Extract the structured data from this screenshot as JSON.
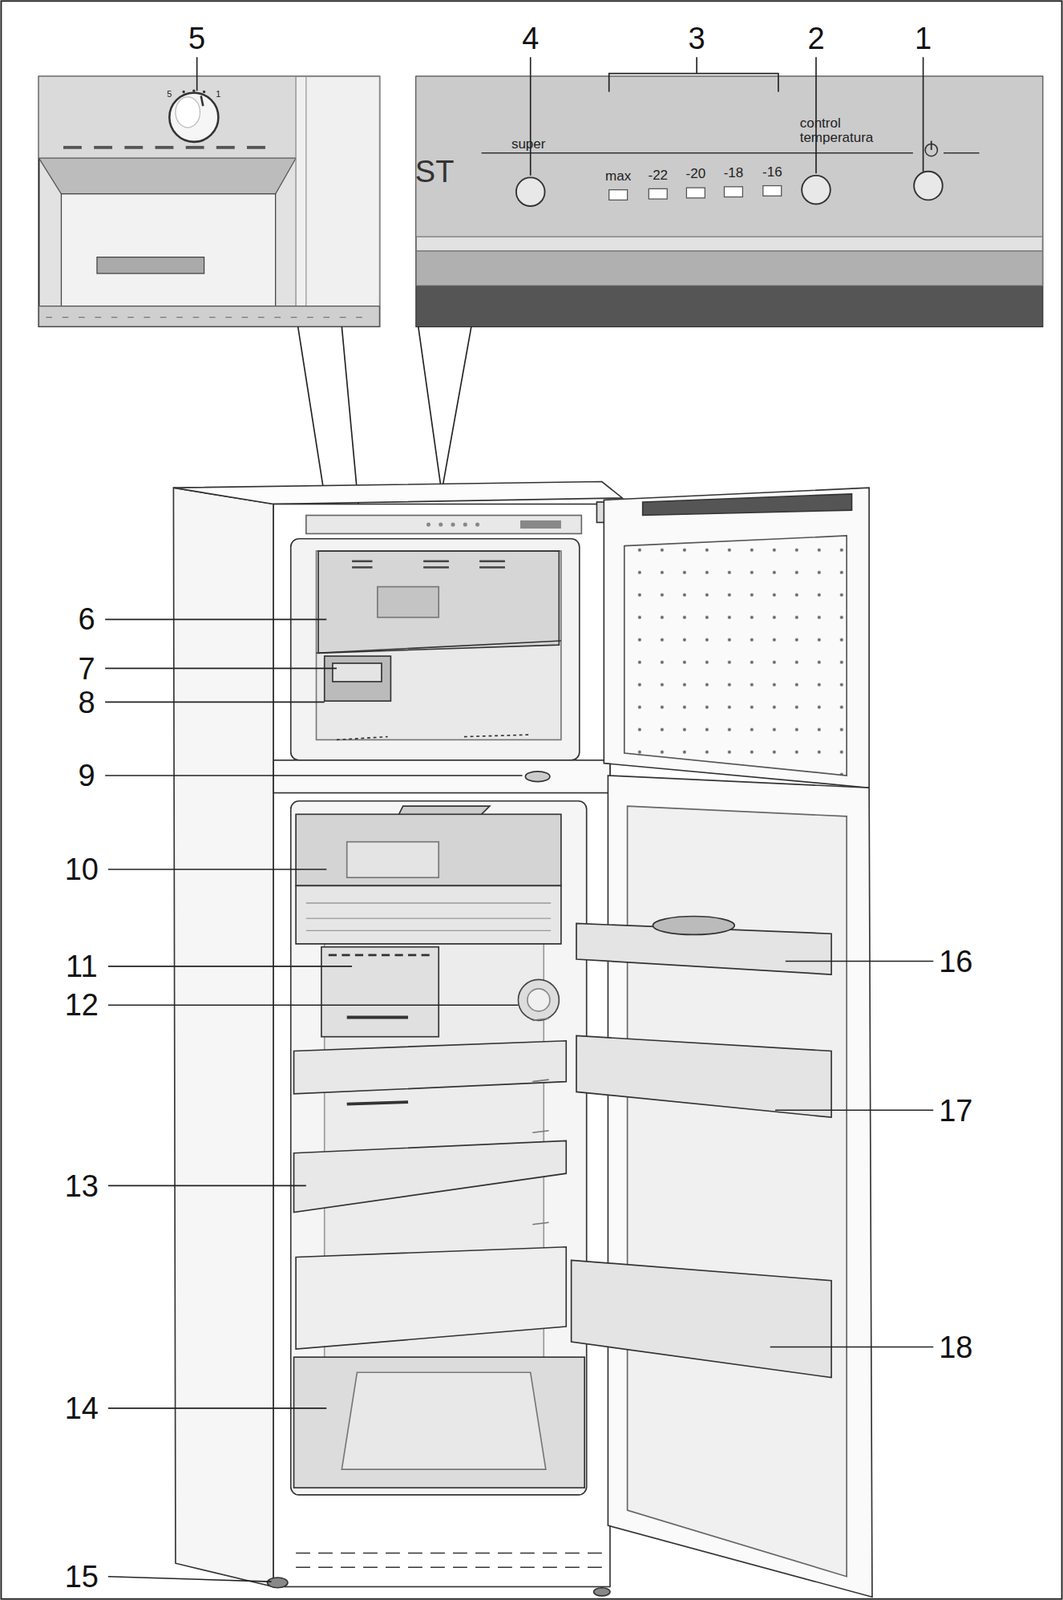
{
  "diagram": {
    "labels": [
      "5",
      "4",
      "3",
      "2",
      "1",
      "5",
      "1",
      "ST",
      "super",
      "max",
      "-22",
      "-20",
      "-18",
      "-16",
      "control temperatura",
      "6",
      "7",
      "8",
      "9",
      "10",
      "11",
      "12",
      "13",
      "14",
      "15",
      "16",
      "17",
      "18"
    ]
  }
}
